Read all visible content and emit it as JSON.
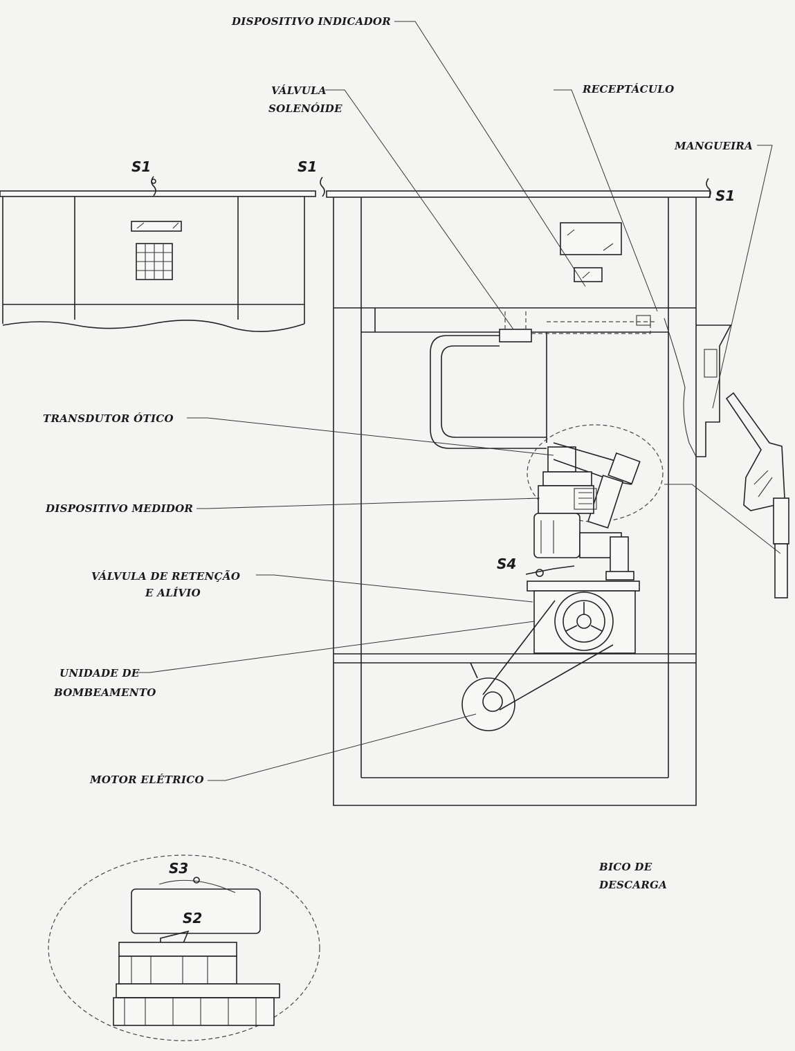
{
  "labels": {
    "dispositivo_indicador": "DISPOSITIVO INDICADOR",
    "valvula_solenoide_1": "VÁLVULA",
    "valvula_solenoide_2": "SOLENÓIDE",
    "receptaculo": "RECEPTÁCULO",
    "mangueira": "MANGUEIRA",
    "transdutor_otico": "TRANSDUTOR ÓTICO",
    "dispositivo_medidor": "DISPOSITIVO MEDIDOR",
    "valvula_retencao_1": "VÁLVULA DE RETENÇÃO",
    "valvula_retencao_2": "E ALÍVIO",
    "unidade_bombeamento_1": "UNIDADE DE",
    "unidade_bombeamento_2": "BOMBEAMENTO",
    "motor_eletrico": "MOTOR ELÉTRICO",
    "bico_descarga_1": "BICO DE",
    "bico_descarga_2": "DESCARGA"
  },
  "seals": {
    "s1_left": "S1",
    "s1_middle": "S1",
    "s1_right": "S1",
    "s2": "S2",
    "s3": "S3",
    "s4": "S4"
  }
}
